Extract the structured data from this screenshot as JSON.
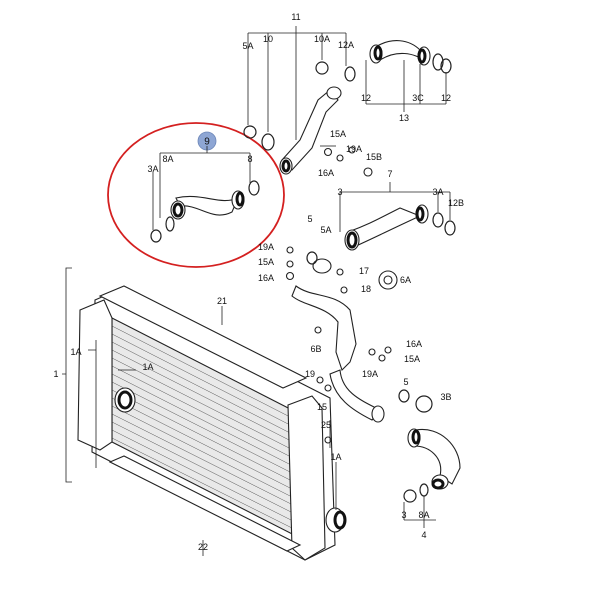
{
  "highlight": {
    "circle_color": "#d42020",
    "badge_color": "#8ea6d4",
    "badge_text": "9"
  },
  "labels": {
    "l11": "11",
    "l5A_top": "5A",
    "l10": "10",
    "l10A": "10A",
    "l12A": "12A",
    "l12_top": "12",
    "l3C": "3C",
    "l12_top2": "12",
    "l13": "13",
    "l8A_top": "8A",
    "l8_top": "8",
    "l3A_left": "3A",
    "l15A_a": "15A",
    "l19A_a": "19A",
    "l15B": "15B",
    "l16A_a": "16A",
    "l7": "7",
    "l3_mid": "3",
    "l3A_right": "3A",
    "l12B": "12B",
    "l5_a": "5",
    "l5A_b": "5A",
    "l19A_b": "19A",
    "l15A_b": "15A",
    "l16A_b": "16A",
    "l17": "17",
    "l6A": "6A",
    "l18": "18",
    "l21": "21",
    "l1A_a": "1A",
    "l1A_b": "1A",
    "l1": "1",
    "l16A_c": "16A",
    "l15A_c": "15A",
    "l6B": "6B",
    "l19A_c": "19A",
    "l19": "19",
    "l15": "15",
    "l5_b": "5",
    "l3B": "3B",
    "l25": "25",
    "l1A_c": "1A",
    "l22": "22",
    "l3_bot": "3",
    "l8A_bot": "8A",
    "l4": "4"
  }
}
